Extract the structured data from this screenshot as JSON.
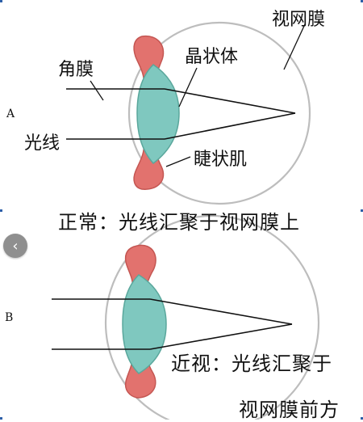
{
  "labels": {
    "retina": "视网膜",
    "lens": "晶状体",
    "cornea": "角膜",
    "light": "光线",
    "ciliary_muscle": "睫状肌",
    "panel_a": "A",
    "panel_b": "B",
    "caption_normal": "正常：光线汇聚于视网膜上",
    "caption_myopia_line1": "近视：光线汇聚于",
    "caption_myopia_line2": "视网膜前方"
  },
  "nav": {
    "prev_icon": "chevron-left-icon",
    "prev_glyph": "‹"
  },
  "colors": {
    "eye_outline": "#bdbdbd",
    "lens_fill": "#7fc8bf",
    "lens_stroke": "#5aa79c",
    "ciliary_fill": "#e2726e",
    "ciliary_stroke": "#c45652",
    "ray": "#111111",
    "edge_marker": "#2d5fa8"
  }
}
